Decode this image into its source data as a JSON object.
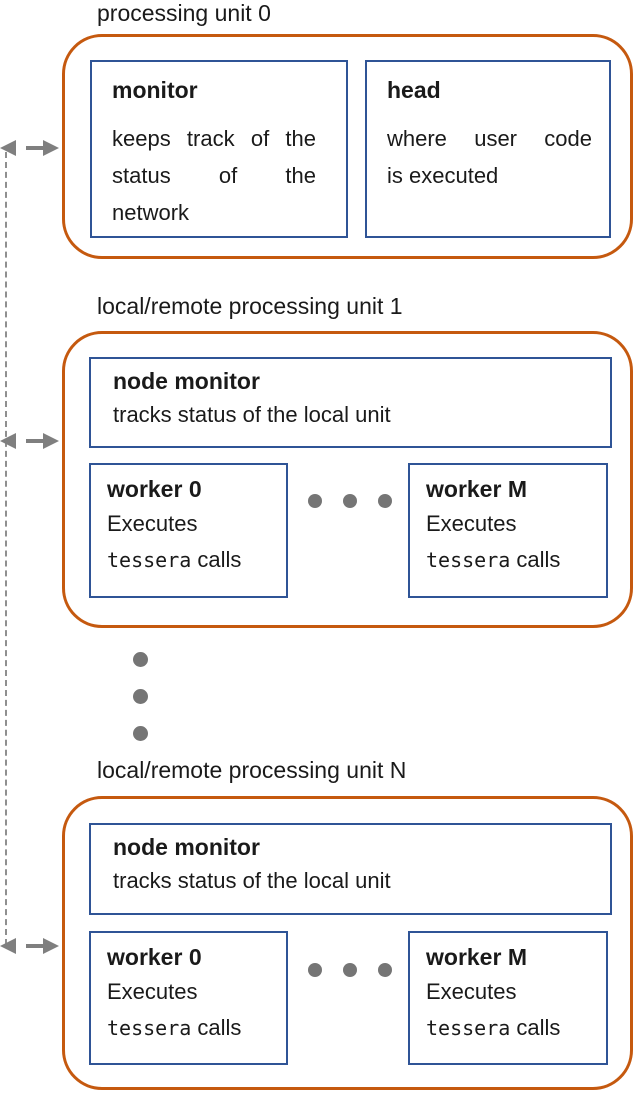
{
  "diagram": {
    "units": [
      {
        "title": "processing unit 0",
        "boxes": [
          {
            "heading": "monitor",
            "body_lines": [
              "keeps track of the",
              "status of the",
              "network"
            ]
          },
          {
            "heading": "head",
            "body_lines": [
              "where user code",
              "is executed"
            ]
          }
        ]
      },
      {
        "title": "local/remote processing unit 1",
        "node_monitor": {
          "heading": "node monitor",
          "body": "tracks status of the local unit"
        },
        "workers": [
          {
            "heading": "worker 0",
            "action": "Executes",
            "code": "tessera",
            "suffix": " calls"
          },
          {
            "heading": "worker M",
            "action": "Executes",
            "code": "tessera",
            "suffix": " calls"
          }
        ]
      },
      {
        "title": "local/remote processing unit N",
        "node_monitor": {
          "heading": "node monitor",
          "body": "tracks status of the local unit"
        },
        "workers": [
          {
            "heading": "worker 0",
            "action": "Executes",
            "code": "tessera",
            "suffix": " calls"
          },
          {
            "heading": "worker M",
            "action": "Executes",
            "code": "tessera",
            "suffix": " calls"
          }
        ]
      }
    ],
    "colors": {
      "unit_border": "#C5590F",
      "box_border": "#2F5496",
      "connector_gray": "#7F7F7F",
      "dot_gray": "#757575",
      "text": "#1A1A1A"
    }
  }
}
